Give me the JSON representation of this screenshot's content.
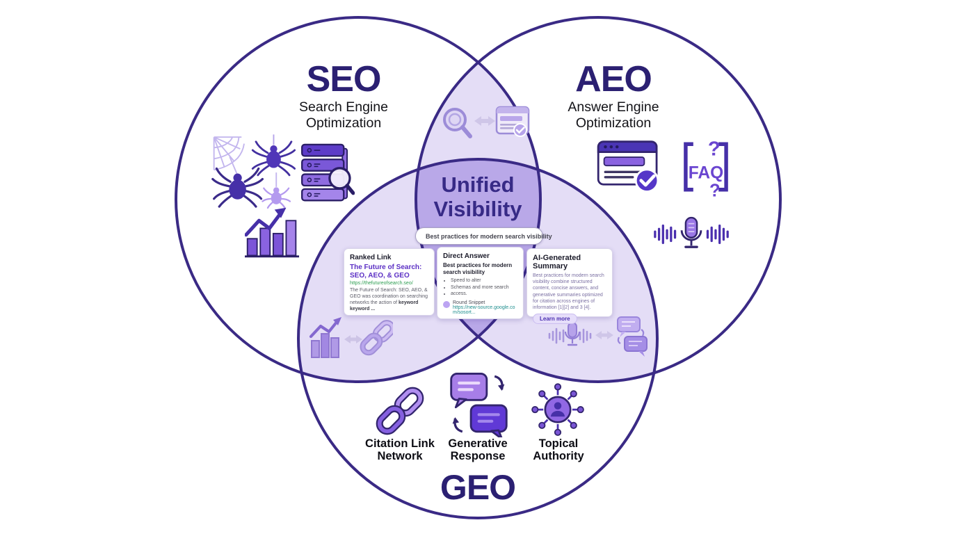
{
  "seo": {
    "title": "SEO",
    "subtitle": "Search Engine Optimization"
  },
  "aeo": {
    "title": "AEO",
    "subtitle": "Answer Engine Optimization"
  },
  "geo": {
    "title": "GEO",
    "items": [
      {
        "label": "Citation Link Network"
      },
      {
        "label": "Generative Response"
      },
      {
        "label": "Topical Authority"
      }
    ]
  },
  "center": {
    "title": "Unified Visibility",
    "search_text": "Best practices for modern search visibility",
    "cards": [
      {
        "header": "Ranked Link",
        "title": "The Future of Search: SEO, AEO, & GEO",
        "url": "https://thefutureofsearch.seo/",
        "body": "The Future of Search: SEO, AEO, & GEO was coordination on searching networks the action of",
        "body_bold": "keyword keyword ..."
      },
      {
        "header": "Direct Answer",
        "lead": "Best practices for modern search visibility",
        "bullets": [
          "Speed to alter",
          "Schemas and more search",
          "access."
        ],
        "source_name": "Round Snippet",
        "source_url": "https://new-source.google.com/sosort..."
      },
      {
        "header": "AI-Generated Summary",
        "body": "Best practices for modern search visibility combine structured content, concise answers, and generative summaries optimized for citation across engines of information [1][2] and 3 [4].",
        "button": "Learn more"
      }
    ]
  },
  "icons": {
    "seo": [
      "spider-crawlers-icon",
      "server-index-icon",
      "rank-chart-icon"
    ],
    "aeo": [
      "snippet-check-icon",
      "faq-brackets-icon",
      "voice-search-icon"
    ],
    "geo": [
      "citation-link-icon",
      "generative-response-icon",
      "topical-authority-icon"
    ],
    "overlaps": [
      "search-to-snippet-sync-icon",
      "rank-to-link-sync-icon",
      "voice-to-chat-sync-icon"
    ]
  },
  "colors": {
    "circle_stroke": "#3a2a85",
    "pair_overlap_fill": "#e4ddf6",
    "triple_overlap_fill": "#b9a8e8",
    "title_ink": "#2b2072",
    "icon_purple": "#7a55d6",
    "icon_dark": "#33256e"
  }
}
